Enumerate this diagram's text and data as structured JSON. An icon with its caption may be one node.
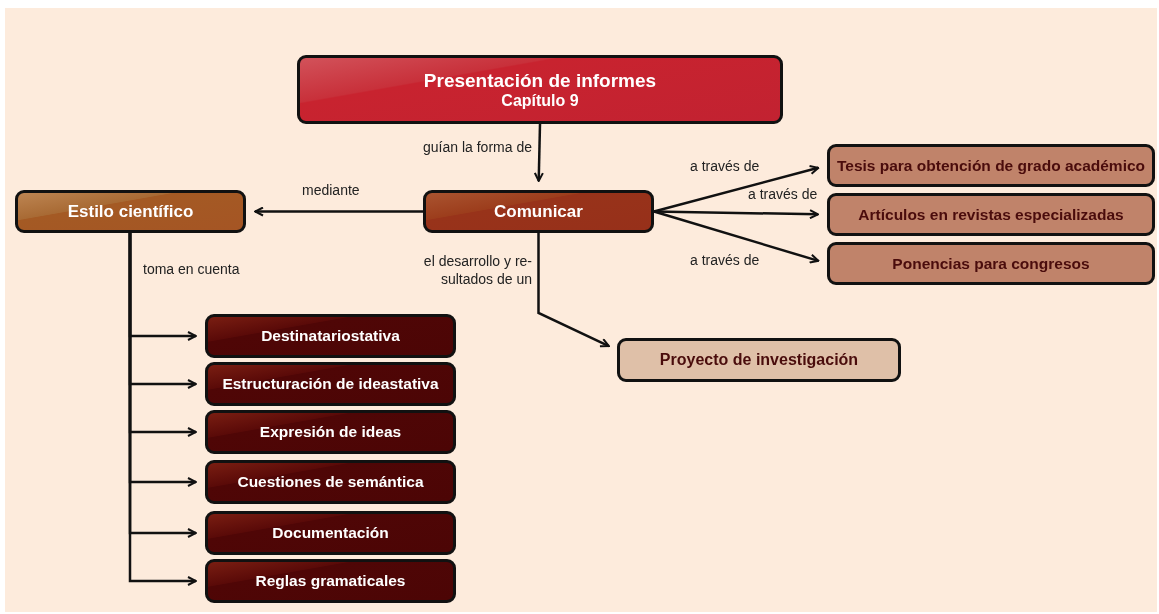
{
  "diagram": {
    "nodes": [
      {
        "text": [
          "Presentación de informes",
          "Capítulo 9"
        ]
      },
      {
        "text": [
          "Estilo científico"
        ]
      },
      {
        "text": [
          "Comunicar"
        ]
      },
      {
        "text": [
          "Tesis para obtención de grado académico"
        ]
      },
      {
        "text": [
          "Artículos en revistas especializadas"
        ]
      },
      {
        "text": [
          "Ponencias para congresos"
        ]
      },
      {
        "text": [
          "Proyecto de investigación"
        ]
      },
      {
        "text": [
          "Destinatariostativa"
        ]
      },
      {
        "text": [
          "Estructuración de ideastativa"
        ]
      },
      {
        "text": [
          "Expresión de ideas"
        ]
      },
      {
        "text": [
          "Cuestiones de semántica"
        ]
      },
      {
        "text": [
          "Documentación"
        ]
      },
      {
        "text": [
          "Reglas gramaticales"
        ]
      }
    ],
    "edges": [
      {
        "from": 0,
        "to": 2,
        "arrow": "to",
        "label": "guían la forma de"
      },
      {
        "from": 2,
        "to": 1,
        "arrow": "to",
        "label": "mediante"
      },
      {
        "from": 2,
        "to": 3,
        "arrow": "to",
        "label": "a través de"
      },
      {
        "from": 2,
        "to": 4,
        "arrow": "to",
        "label": "a través de"
      },
      {
        "from": 2,
        "to": 5,
        "arrow": "to",
        "label": "a través de"
      },
      {
        "from": 2,
        "to": 6,
        "arrow": "to",
        "label": "el desarrollo y re- sultados de un"
      },
      {
        "from": 1,
        "to": 7,
        "arrow": "to",
        "label": "toma en cuenta"
      },
      {
        "from": 1,
        "to": 8,
        "arrow": "to"
      },
      {
        "from": 1,
        "to": 9,
        "arrow": "to"
      },
      {
        "from": 1,
        "to": 10,
        "arrow": "to"
      },
      {
        "from": 1,
        "to": 11,
        "arrow": "to"
      },
      {
        "from": 1,
        "to": 12,
        "arrow": "to"
      }
    ]
  }
}
